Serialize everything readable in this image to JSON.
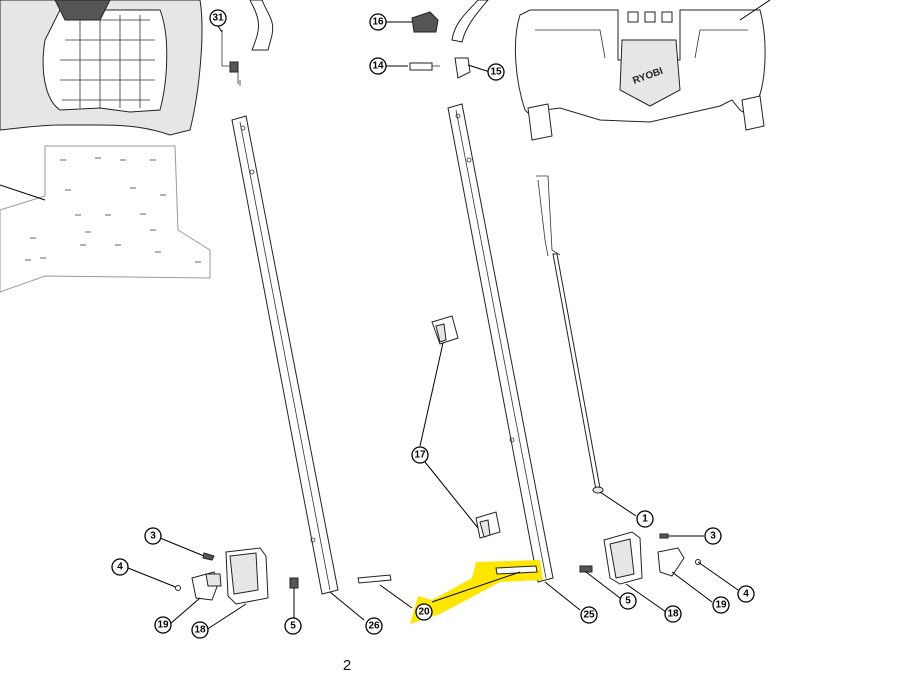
{
  "page_number": "2",
  "highlight_color": "#ffe600",
  "logo_text": "RYOBI",
  "callouts": {
    "c1": "1",
    "c3a": "3",
    "c3b": "3",
    "c4a": "4",
    "c4b": "4",
    "c5a": "5",
    "c5b": "5",
    "c14": "14",
    "c15": "15",
    "c16": "16",
    "c17": "17",
    "c18a": "18",
    "c18b": "18",
    "c19a": "19",
    "c19b": "19",
    "c20": "20",
    "c25": "25",
    "c26": "26",
    "c31": "31"
  }
}
